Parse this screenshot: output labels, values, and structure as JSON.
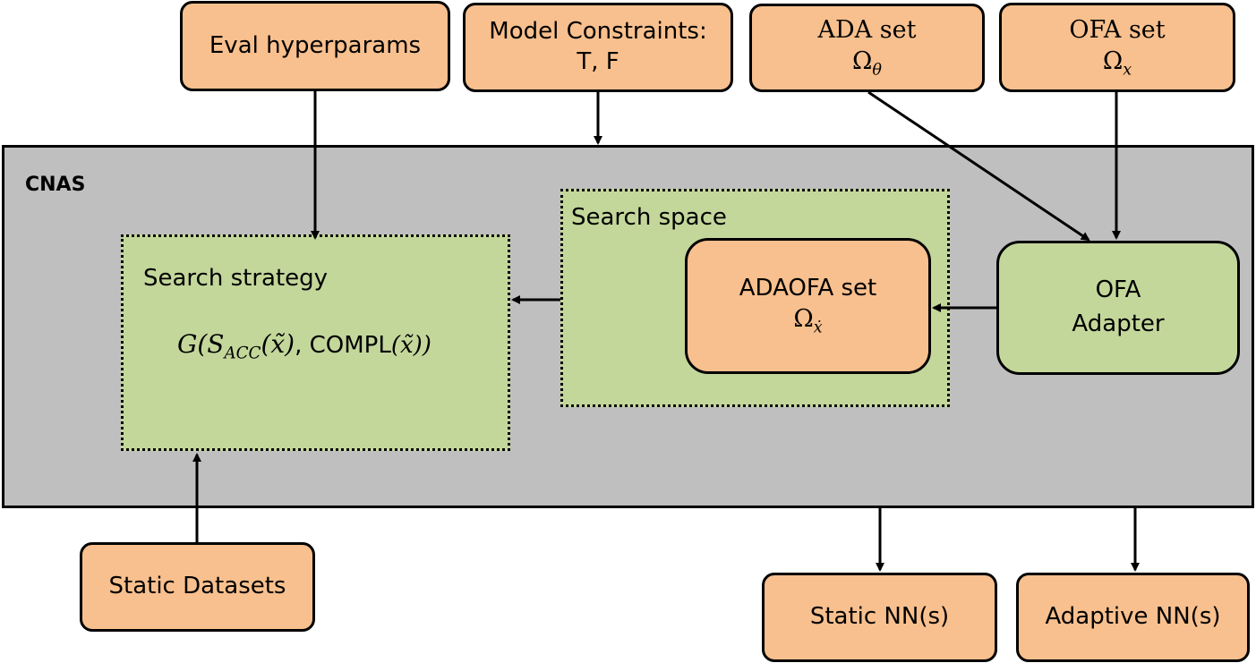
{
  "inputs": {
    "eval_hyperparams": "Eval hyperparams",
    "model_constraints_title": "Model Constraints:",
    "model_constraints_vars": "T, F",
    "ada_set_title": "ADA set",
    "ada_set_symbol": "Ωθ",
    "ofa_set_title": "OFA set",
    "ofa_set_symbol": "Ωx",
    "static_datasets": "Static Datasets"
  },
  "cnas": {
    "title": "CNAS",
    "search_strategy": {
      "title": "Search strategy",
      "formula": "G(SACC(x̃), COMPL(x̃))"
    },
    "search_space": {
      "title": "Search space",
      "adaofa_title": "ADAOFA set",
      "adaofa_symbol": "Ωẋ"
    },
    "ofa_adapter": {
      "line1": "OFA",
      "line2": "Adapter"
    }
  },
  "outputs": {
    "static_nn": "Static NN(s)",
    "adaptive_nn": "Adaptive NN(s)"
  },
  "colors": {
    "orange_box": "#f8c08e",
    "green_box": "#c4d79b",
    "cnas_bg": "#bfbfbf"
  }
}
